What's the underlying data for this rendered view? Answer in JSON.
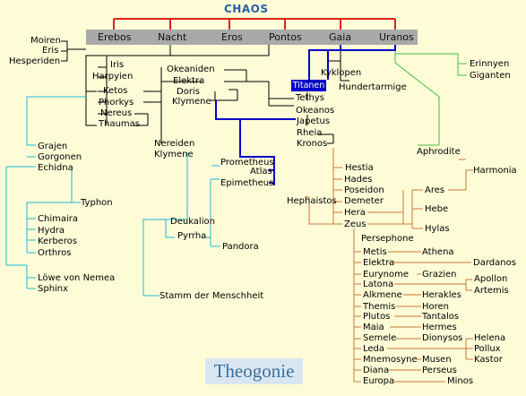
{
  "title": "CHAOS",
  "bar_labels": [
    "Erebos",
    "Nacht",
    "Eros",
    "Pontos",
    "Gaia",
    "Uranos"
  ],
  "titanen": "Titanen",
  "footer": "Theogonie",
  "names": [
    "Moiren",
    "Eris",
    "Hesperiden",
    "Iris",
    "Harpyien",
    "Ketos",
    "Phorkys",
    "Nereus",
    "Thaumas",
    "Okeaniden",
    "Elektra",
    "Doris",
    "Klymene",
    "Kyklopen",
    "Hundertarmige",
    "Erinnyen",
    "Giganten",
    "Tethys",
    "Okeanos",
    "Japetus",
    "Rheia",
    "Kronos",
    "Grajen",
    "Gorgonen",
    "Echidna",
    "Typhon",
    "Chimaira",
    "Hydra",
    "Kerberos",
    "Orthros",
    "Löwe von Nemea",
    "Sphinx",
    "Nereiden",
    "Klymene",
    "Prometheus",
    "Atlas",
    "Epimetheus",
    "Deukalion",
    "Pyrrha",
    "Pandora",
    "Stamm der Menschheit",
    "Aphrodite",
    "Harmonia",
    "Ares",
    "Hebe",
    "Hylas",
    "Hestia",
    "Hades",
    "Poseidon",
    "Demeter",
    "Hera",
    "Zeus",
    "Hephaistos",
    "Persephone",
    "Metis",
    "Athena",
    "Elektra",
    "Dardanos",
    "Eurynome",
    "Grazien",
    "Latona",
    "Apollon",
    "Artemis",
    "Alkmene",
    "Herakles",
    "Themis",
    "Horen",
    "Plutos",
    "Tantalos",
    "Maia",
    "Hermes",
    "Semele",
    "Dionysos",
    "Helena",
    "Leda",
    "Pollux",
    "Kastor",
    "Mnemosyne",
    "Musen",
    "Diana",
    "Perseus",
    "Europa",
    "Minos"
  ],
  "colors": {
    "chaos_lines": "#e0201c",
    "titan_lines": "#0000c8",
    "pontos_lines": "#20b8d8",
    "gaia_lines": "#40c040",
    "zeus_lines": "#c87838"
  }
}
